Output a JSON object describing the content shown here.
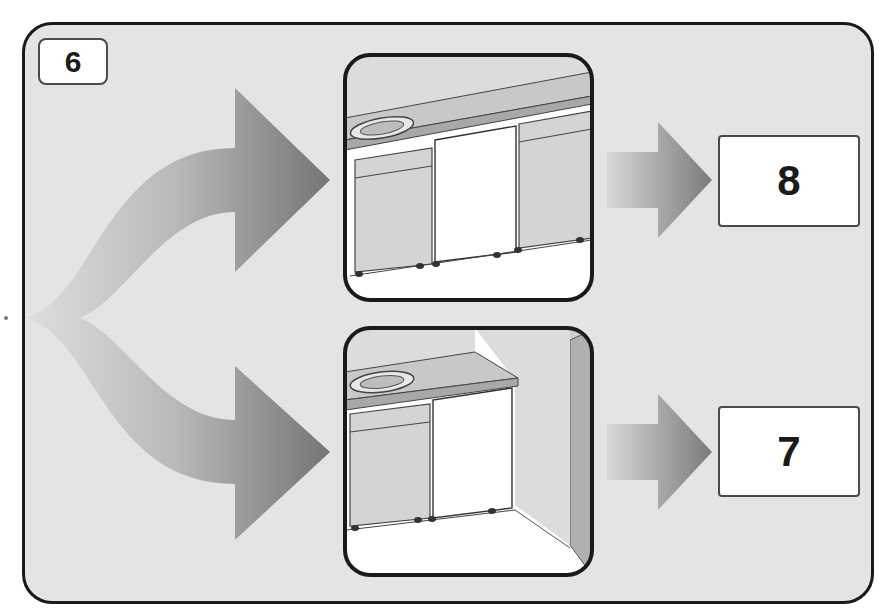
{
  "diagram": {
    "nodes": [
      {
        "text": [
          "6"
        ]
      },
      {
        "text": [
          "8"
        ]
      },
      {
        "text": [
          "7"
        ]
      }
    ]
  }
}
